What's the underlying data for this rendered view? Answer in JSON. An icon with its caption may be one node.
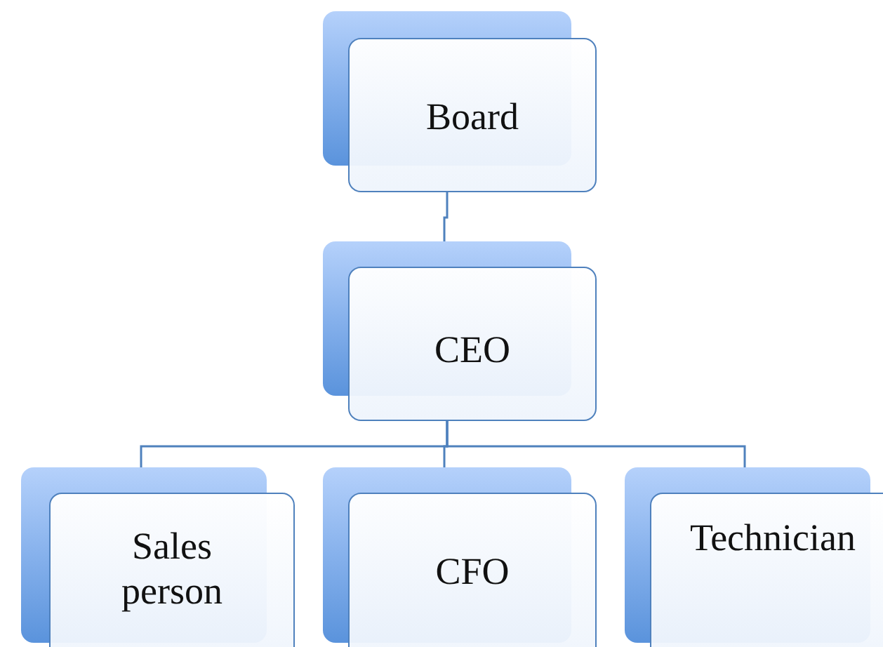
{
  "diagram": {
    "nodes": [
      {
        "text": [
          "Board"
        ]
      },
      {
        "text": [
          "CEO"
        ]
      },
      {
        "text": [
          "Sales person"
        ]
      },
      {
        "text": [
          "CFO"
        ]
      },
      {
        "text": [
          "Technician"
        ]
      }
    ],
    "edges": [
      {
        "from": 0,
        "to": 1,
        "arrow": "none"
      },
      {
        "from": 1,
        "to": 2,
        "arrow": "none"
      },
      {
        "from": 1,
        "to": 3,
        "arrow": "none"
      },
      {
        "from": 1,
        "to": 4,
        "arrow": "none"
      }
    ]
  }
}
